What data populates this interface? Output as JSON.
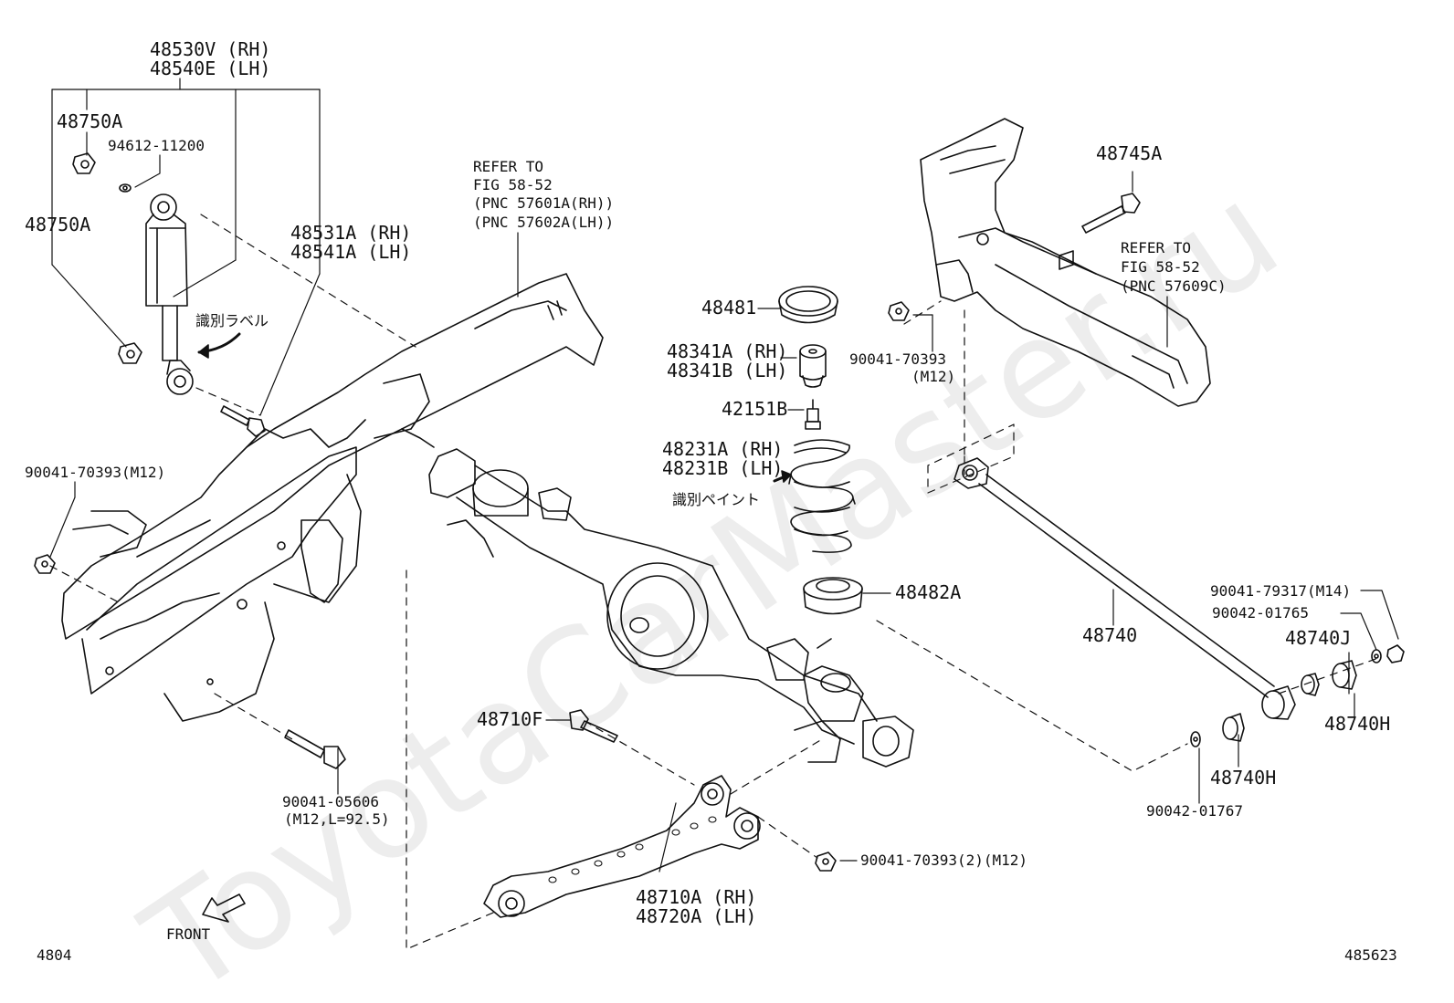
{
  "watermark": "ToyotaCarMaster.ru",
  "labels": {
    "shock_rh": "48530V (RH)",
    "shock_lh": "48540E (LH)",
    "nut_top": "48750A",
    "washer_top": "94612-11200",
    "nut_lower": "48750A",
    "bolt_rh": "48531A (RH)",
    "bolt_lh": "48541A (LH)",
    "id_label": "識別ラベル",
    "nut_frame": "90041-70393(M12)",
    "bolt_lower_pn": "90041-05606",
    "bolt_lower_spec": "(M12,L=92.5)",
    "front": "FRONT",
    "fig_left": "4804",
    "refer1_line1": "REFER TO",
    "refer1_line2": "FIG 58-52",
    "refer1_line3": "(PNC 57601A(RH))",
    "refer1_line4": "(PNC 57602A(LH))",
    "insulator_top": "48481",
    "bumper_rh": "48341A (RH)",
    "bumper_lh": "48341B (LH)",
    "bumper_bolt": "42151B",
    "spring_rh": "48231A (RH)",
    "spring_lh": "48231B (LH)",
    "id_paint": "識別ペイント",
    "insulator_lower": "48482A",
    "arm_bolt": "48710F",
    "arm_rh": "48710A (RH)",
    "arm_lh": "48720A (LH)",
    "arm_nut": "90041-70393(2)(M12)",
    "bracket_bolt": "48745A",
    "refer2_line1": "REFER TO",
    "refer2_line2": "FIG 58-52",
    "refer2_line3": "(PNC 57609C)",
    "bracket_nut_pn": "90041-70393",
    "bracket_nut_spec": "(M12)",
    "lateral_rod": "48740",
    "rod_nut": "90041-79317(M14)",
    "rod_washer": "90042-01765",
    "bushing_j": "48740J",
    "bushing_h1": "48740H",
    "bushing_h2": "48740H",
    "rod_washer2": "90042-01767",
    "fig_right": "485623"
  }
}
